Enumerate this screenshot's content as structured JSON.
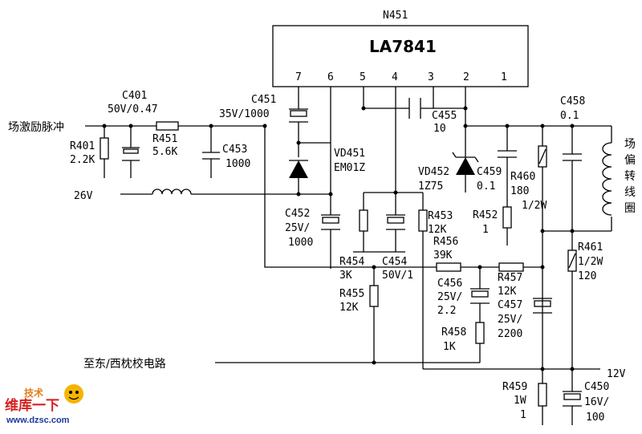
{
  "ic": {
    "ref": "N451",
    "part": "LA7841",
    "pins": [
      "7",
      "6",
      "5",
      "4",
      "3",
      "2",
      "1"
    ]
  },
  "signals": {
    "input": "场激励脉冲",
    "supply26": "26V",
    "supply12": "12V",
    "to_circuit": "至东/西枕校电路",
    "yoke": [
      "场",
      "偏",
      "转",
      "线",
      "圈"
    ]
  },
  "components": {
    "C401": [
      "C401",
      "50V/0.47"
    ],
    "R401": [
      "R401",
      "2.2K"
    ],
    "R451": [
      "R451",
      "5.6K"
    ],
    "C453": [
      "C453",
      "1000"
    ],
    "C451": [
      "C451",
      "35V/1000"
    ],
    "VD451": [
      "VD451",
      "EM01Z"
    ],
    "C455": [
      "C455",
      "10"
    ],
    "VD452": [
      "VD452",
      "1Z75"
    ],
    "C459": [
      "C459",
      "0.1"
    ],
    "R460": [
      "R460",
      "180",
      "1/2W"
    ],
    "C458": [
      "C458",
      "0.1"
    ],
    "C452": [
      "C452",
      "25V/",
      "1000"
    ],
    "R454": [
      "R454",
      "3K"
    ],
    "C454": [
      "C454",
      "50V/1"
    ],
    "R453": [
      "R453",
      "12K"
    ],
    "R456": [
      "R456",
      "39K"
    ],
    "R452": [
      "R452",
      "1"
    ],
    "C456": [
      "C456",
      "25V/",
      "2.2"
    ],
    "R457": [
      "R457",
      "12K"
    ],
    "C457": [
      "C457",
      "25V/",
      "2200"
    ],
    "R461": [
      "R461",
      "1/2W",
      "120"
    ],
    "R455": [
      "R455",
      "12K"
    ],
    "R458": [
      "R458",
      "1K"
    ],
    "R459": [
      "R459",
      "1W",
      "1"
    ],
    "C450": [
      "C450",
      "16V/",
      "100"
    ]
  },
  "watermark": {
    "cn": "维库一下",
    "url": "www.dzsc.com"
  }
}
